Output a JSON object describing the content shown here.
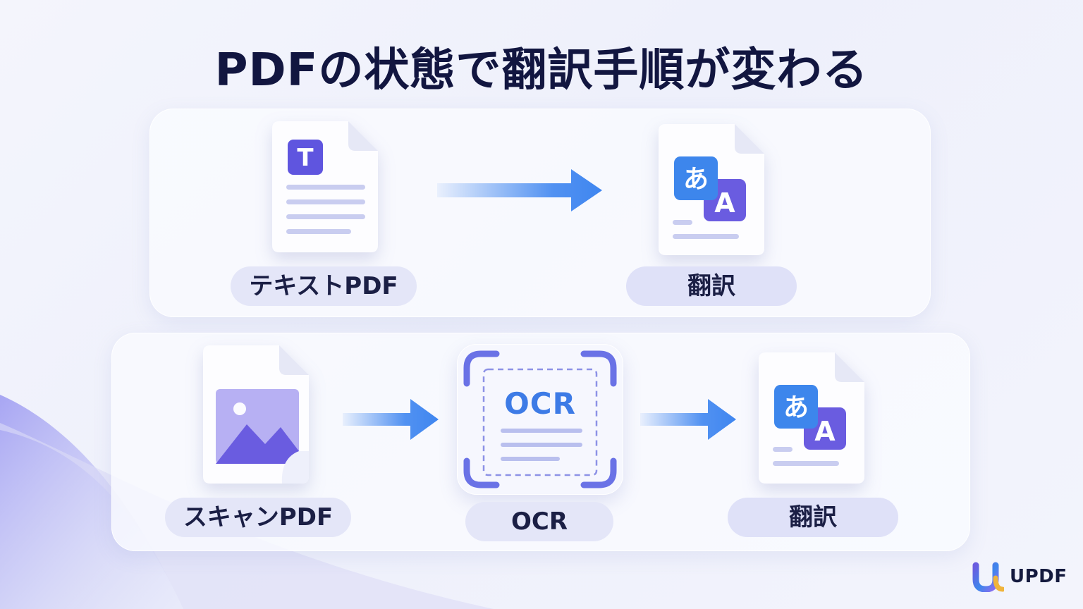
{
  "title": "PDFの状態で翻訳手順が変わる",
  "top_flow": {
    "source_label": "テキストPDF",
    "target_label": "翻訳",
    "source_icon": "text-document-icon",
    "target_icon": "translate-document-icon",
    "source_badge": "T"
  },
  "bottom_flow": {
    "source_label": "スキャンPDF",
    "ocr_label": "OCR",
    "ocr_tile_text": "OCR",
    "target_label": "翻訳",
    "source_icon": "image-document-icon",
    "ocr_icon": "ocr-scan-icon",
    "target_icon": "translate-document-icon"
  },
  "translate_badges": {
    "japanese": "あ",
    "latin": "A"
  },
  "brand": {
    "name": "UPDF",
    "icon": "updf-logo-icon"
  },
  "colors": {
    "title": "#121640",
    "arrow": "#3f86f0",
    "ocr_blue": "#3d7be6",
    "badge_purple": "#6a5ce0",
    "badge_blue": "#3d86ec",
    "label_bg": "#e4e6f8"
  }
}
